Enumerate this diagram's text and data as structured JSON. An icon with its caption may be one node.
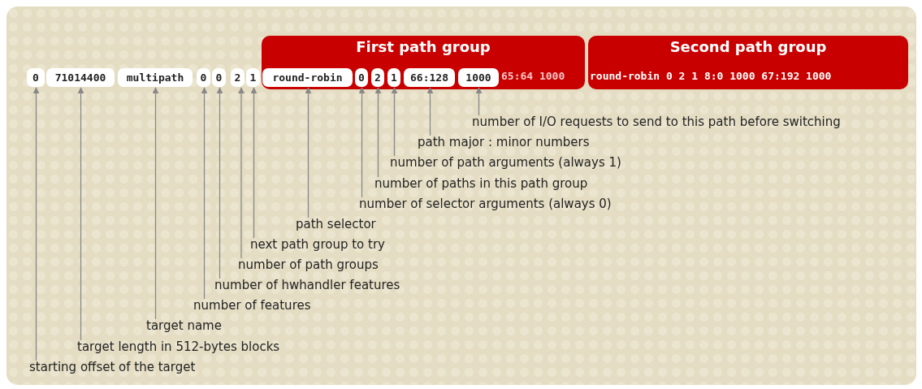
{
  "diagram": {
    "nodes": [
      {
        "text": [
          "First path group",
          "65:64 1000"
        ]
      },
      {
        "text": [
          "Second path group",
          "round-robin 0 2 1 8:0 1000 67:192 1000"
        ]
      },
      {
        "text": [
          "0"
        ]
      },
      {
        "text": [
          "71014400"
        ]
      },
      {
        "text": [
          "multipath"
        ]
      },
      {
        "text": [
          "0"
        ]
      },
      {
        "text": [
          "0"
        ]
      },
      {
        "text": [
          "2"
        ]
      },
      {
        "text": [
          "1"
        ]
      },
      {
        "text": [
          "round-robin"
        ],
        "in": 0
      },
      {
        "text": [
          "0"
        ],
        "in": 0
      },
      {
        "text": [
          "2"
        ],
        "in": 0
      },
      {
        "text": [
          "1"
        ],
        "in": 0
      },
      {
        "text": [
          "66:128"
        ],
        "in": 0
      },
      {
        "text": [
          "1000"
        ],
        "in": 0
      },
      {
        "text": [
          "number of I/O requests to send to this path before switching"
        ]
      },
      {
        "text": [
          "path major : minor numbers"
        ]
      },
      {
        "text": [
          "number of path arguments (always 1)"
        ]
      },
      {
        "text": [
          "number of paths in this path group"
        ]
      },
      {
        "text": [
          "number of selector arguments (always 0)"
        ]
      },
      {
        "text": [
          "path selector"
        ]
      },
      {
        "text": [
          "next path group to try"
        ]
      },
      {
        "text": [
          "number of path groups"
        ]
      },
      {
        "text": [
          "number of hwhandler features"
        ]
      },
      {
        "text": [
          "number of features"
        ]
      },
      {
        "text": [
          "target name"
        ]
      },
      {
        "text": [
          "target length in 512-bytes blocks"
        ]
      },
      {
        "text": [
          "starting offset of the target"
        ]
      }
    ],
    "edges": [
      {
        "from": 15,
        "to": 14,
        "arrow": "to"
      },
      {
        "from": 16,
        "to": 13,
        "arrow": "to"
      },
      {
        "from": 17,
        "to": 12,
        "arrow": "to"
      },
      {
        "from": 18,
        "to": 11,
        "arrow": "to"
      },
      {
        "from": 19,
        "to": 10,
        "arrow": "to"
      },
      {
        "from": 20,
        "to": 9,
        "arrow": "to"
      },
      {
        "from": 21,
        "to": 8,
        "arrow": "to"
      },
      {
        "from": 22,
        "to": 7,
        "arrow": "to"
      },
      {
        "from": 23,
        "to": 6,
        "arrow": "to"
      },
      {
        "from": 24,
        "to": 5,
        "arrow": "to"
      },
      {
        "from": 25,
        "to": 4,
        "arrow": "to"
      },
      {
        "from": 26,
        "to": 3,
        "arrow": "to"
      },
      {
        "from": 27,
        "to": 2,
        "arrow": "to"
      }
    ]
  }
}
